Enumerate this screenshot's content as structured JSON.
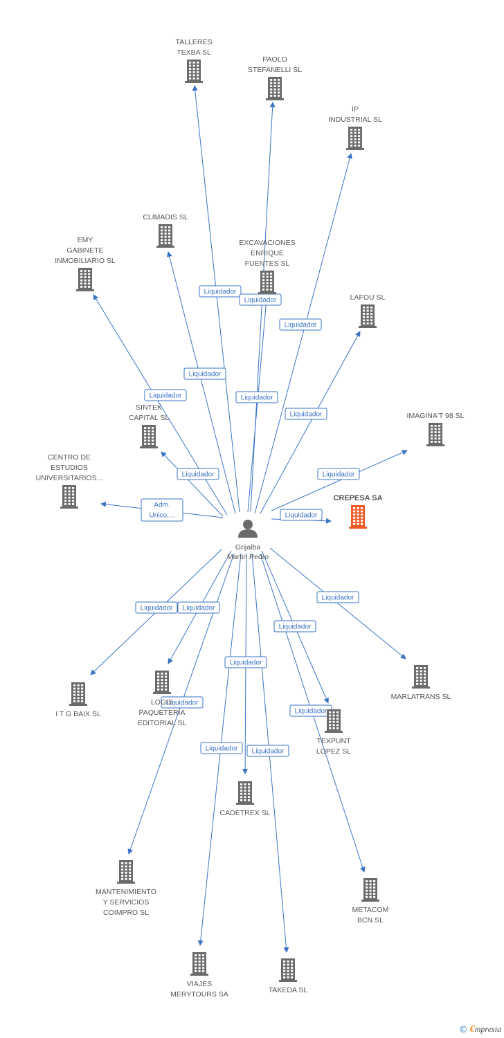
{
  "center": {
    "name": [
      "Grijalba",
      "Martin Pedro"
    ]
  },
  "colors": {
    "edge": "#3a73c4",
    "building": "#6b6b6b",
    "highlight": "#ef5a24",
    "label": "#555555"
  },
  "nodes": [
    {
      "id": "talleres",
      "lines": [
        "TALLERES",
        "TEXBA SL"
      ]
    },
    {
      "id": "paolo",
      "lines": [
        "PAOLO",
        "STEFANELLI SL"
      ]
    },
    {
      "id": "ip",
      "lines": [
        "IP",
        "INDUSTRIAL SL"
      ]
    },
    {
      "id": "climadis",
      "lines": [
        "CLIMADIS SL"
      ]
    },
    {
      "id": "emy",
      "lines": [
        "EMY",
        "GABINETE",
        "INMOBILIARIO SL"
      ]
    },
    {
      "id": "excavaciones",
      "lines": [
        "EXCAVACIONES",
        "ENRIQUE",
        "FUENTES SL"
      ]
    },
    {
      "id": "lafou",
      "lines": [
        "LAFOU SL"
      ]
    },
    {
      "id": "sintek",
      "lines": [
        "SINTEK",
        "CAPITAL SL"
      ]
    },
    {
      "id": "imaginat",
      "lines": [
        "IMAGINA'T 98 SL"
      ]
    },
    {
      "id": "centro",
      "lines": [
        "CENTRO DE",
        "ESTUDIOS",
        "UNIVERSITARIOS..."
      ]
    },
    {
      "id": "crepesa",
      "lines": [
        "CREPESA SA"
      ],
      "highlight": true
    },
    {
      "id": "itg",
      "lines": [
        "I T G BAIX SL"
      ]
    },
    {
      "id": "logis",
      "lines": [
        "LOGIS",
        "PAQUETERIA",
        "EDITORIAL SL"
      ]
    },
    {
      "id": "marlatrans",
      "lines": [
        "MARLATRANS SL"
      ]
    },
    {
      "id": "texpunt",
      "lines": [
        "TEXPUNT",
        "LOPEZ SL"
      ]
    },
    {
      "id": "cadetrex",
      "lines": [
        "CADETREX SL"
      ]
    },
    {
      "id": "mantenimiento",
      "lines": [
        "MANTENIMIENTO",
        "Y SERVICIOS",
        "COIMPRO SL"
      ]
    },
    {
      "id": "metacom",
      "lines": [
        "METACOM",
        "BCN SL"
      ]
    },
    {
      "id": "viajes",
      "lines": [
        "VIAJES",
        "MERYTOURS SA"
      ]
    },
    {
      "id": "takeda",
      "lines": [
        "TAKEDA SL"
      ]
    }
  ],
  "edges": [
    {
      "to": "talleres",
      "label": [
        "Liquidador"
      ]
    },
    {
      "to": "paolo",
      "label": [
        "Liquidador"
      ]
    },
    {
      "to": "ip",
      "label": [
        "Liquidador"
      ]
    },
    {
      "to": "climadis",
      "label": [
        "Liquidador"
      ]
    },
    {
      "to": "emy",
      "label": [
        "Liquidador"
      ]
    },
    {
      "to": "excavaciones",
      "label": [
        "Liquidador"
      ]
    },
    {
      "to": "lafou",
      "label": [
        "Liquidador"
      ]
    },
    {
      "to": "sintek",
      "label": [
        "Liquidador"
      ]
    },
    {
      "to": "imaginat",
      "label": [
        "Liquidador"
      ]
    },
    {
      "to": "centro",
      "label": [
        "Adm.",
        "Unico,..."
      ]
    },
    {
      "to": "crepesa",
      "label": [
        "Liquidador"
      ]
    },
    {
      "to": "itg",
      "label": [
        "Liquidador"
      ]
    },
    {
      "to": "logis",
      "label": [
        "Liquidador"
      ]
    },
    {
      "to": "marlatrans",
      "label": [
        "Liquidador"
      ]
    },
    {
      "to": "texpunt",
      "label": [
        "Liquidador"
      ]
    },
    {
      "to": "cadetrex",
      "label": [
        "Liquidador"
      ]
    },
    {
      "to": "mantenimiento",
      "label": [
        "Liquidador"
      ]
    },
    {
      "to": "metacom",
      "label": [
        "Liquidador"
      ]
    },
    {
      "to": "viajes",
      "label": [
        "Liquidador"
      ]
    },
    {
      "to": "takeda",
      "label": [
        "Liquidador"
      ]
    }
  ],
  "footer": {
    "copyright_symbol": "©",
    "brand_initial": "€",
    "brand_rest": "mpresia"
  }
}
